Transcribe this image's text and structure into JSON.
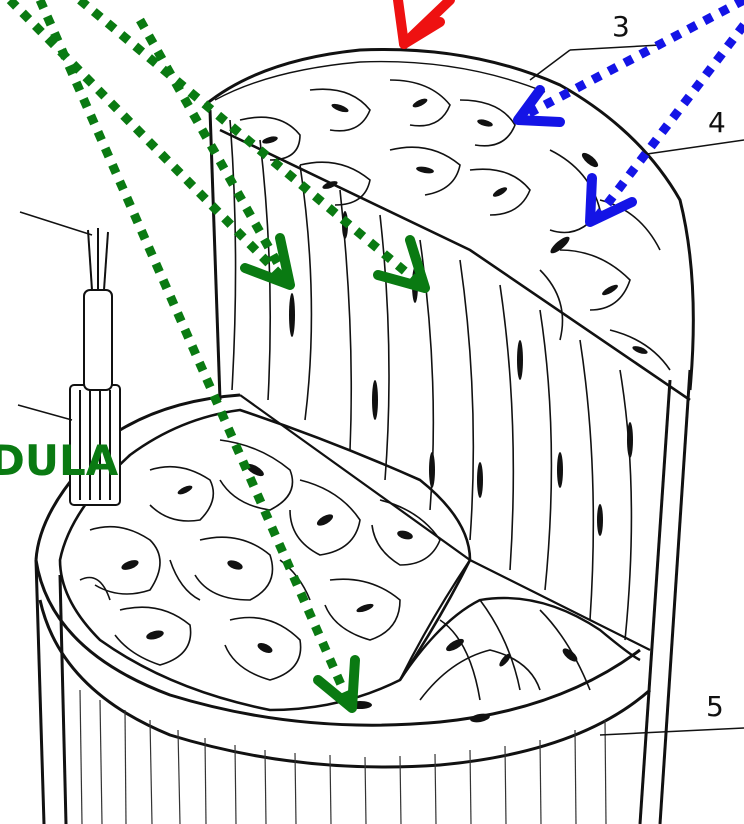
{
  "figure": {
    "labels": {
      "n3": "3",
      "n4": "4",
      "n5": "5",
      "side": "DULA"
    },
    "colors": {
      "ink": "#111111",
      "green": "#0a7a12",
      "blue": "#1414e6",
      "red": "#ee1111",
      "paper": "#ffffff"
    },
    "icons": [
      "green-dotted-arrow",
      "blue-dotted-arrow",
      "red-arrow",
      "nerve-fiber-bundle",
      "leader-line"
    ]
  }
}
